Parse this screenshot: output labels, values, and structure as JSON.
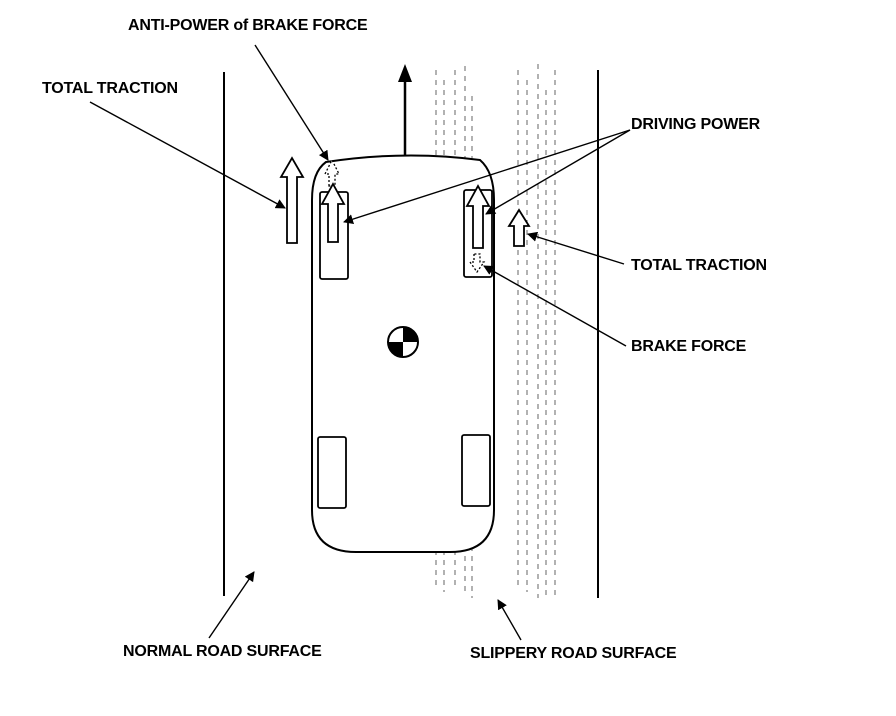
{
  "labels": {
    "anti_power": "ANTI-POWER of BRAKE FORCE",
    "total_traction_left": "TOTAL TRACTION",
    "driving_power": "DRIVING POWER",
    "total_traction_right": "TOTAL TRACTION",
    "brake_force": "BRAKE FORCE",
    "normal_road": "NORMAL ROAD SURFACE",
    "slippery_road": "SLIPPERY ROAD SURFACE"
  },
  "colors": {
    "ink": "#000000",
    "paper": "#ffffff"
  }
}
